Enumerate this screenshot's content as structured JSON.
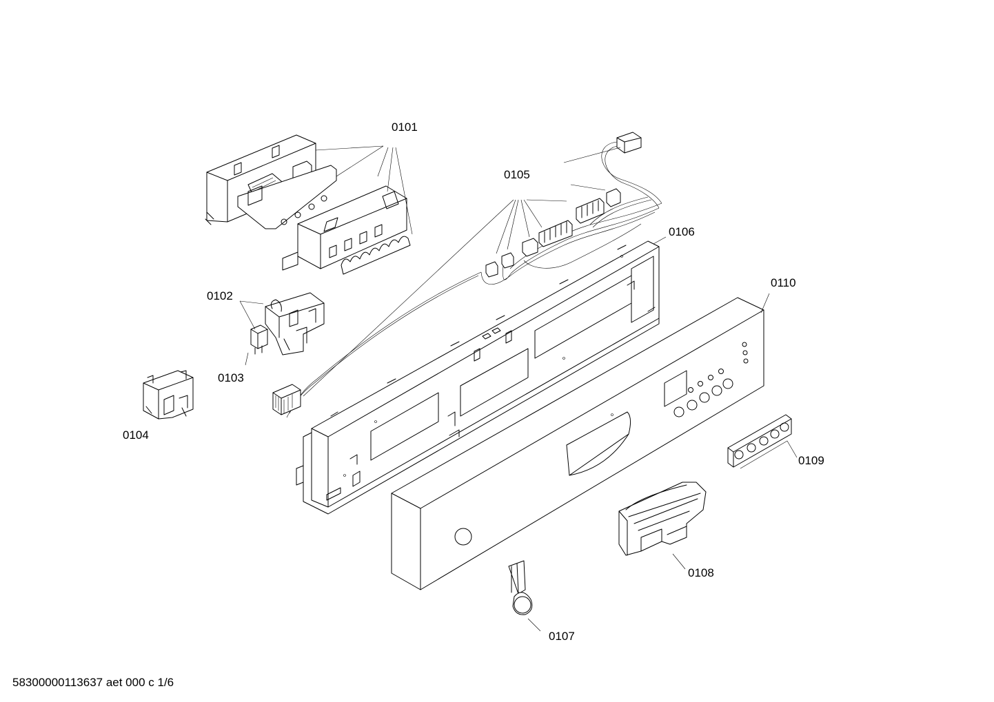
{
  "callouts": {
    "c0101": "0101",
    "c0102": "0102",
    "c0103": "0103",
    "c0104": "0104",
    "c0105": "0105",
    "c0106": "0106",
    "c0107": "0107",
    "c0108": "0108",
    "c0109": "0109",
    "c0110": "0110"
  },
  "footer": {
    "code": "58300000113637 aet 000 c 1/6"
  }
}
